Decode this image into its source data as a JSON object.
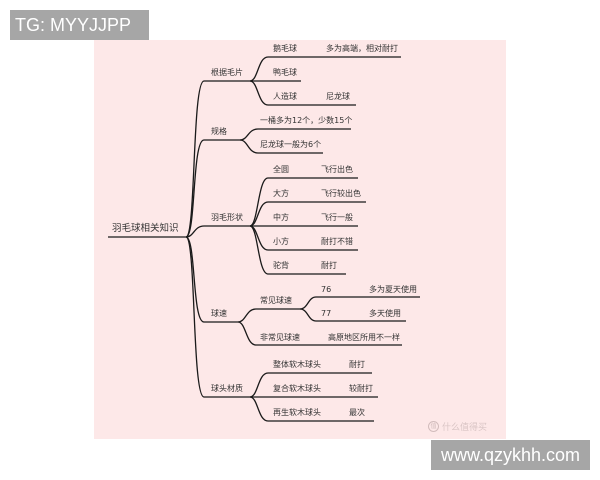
{
  "watermarks": {
    "top_left": "TG: MYYJJPP",
    "bottom_right": "www.qzykhh.com",
    "site_badge_text": "什么值得买",
    "site_badge_icon": "值"
  },
  "mindmap": {
    "root": "羽毛球相关知识",
    "branches": [
      {
        "label": "根据毛片",
        "children": [
          {
            "label": "鹅毛球",
            "detail": "多为高端，相对耐打"
          },
          {
            "label": "鸭毛球",
            "detail": ""
          },
          {
            "label": "人造球",
            "detail": "尼龙球"
          }
        ]
      },
      {
        "label": "规格",
        "children": [
          {
            "label": "一桶多为12个，少数15个",
            "detail": ""
          },
          {
            "label": "尼龙球一般为6个",
            "detail": ""
          }
        ]
      },
      {
        "label": "羽毛形状",
        "children": [
          {
            "label": "全圆",
            "detail": "飞行出色"
          },
          {
            "label": "大方",
            "detail": "飞行较出色"
          },
          {
            "label": "中方",
            "detail": "飞行一般"
          },
          {
            "label": "小方",
            "detail": "耐打不错"
          },
          {
            "label": "驼背",
            "detail": "耐打"
          }
        ]
      },
      {
        "label": "球速",
        "children": [
          {
            "label": "常见球速",
            "children": [
              {
                "label": "76",
                "detail": "多为夏天使用"
              },
              {
                "label": "77",
                "detail": "多天使用"
              }
            ]
          },
          {
            "label": "非常见球速",
            "detail": "高原地区所用不一样"
          }
        ]
      },
      {
        "label": "球头材质",
        "children": [
          {
            "label": "整体软木球头",
            "detail": "耐打"
          },
          {
            "label": "复合软木球头",
            "detail": "较耐打"
          },
          {
            "label": "再生软木球头",
            "detail": "最次"
          }
        ]
      }
    ]
  }
}
